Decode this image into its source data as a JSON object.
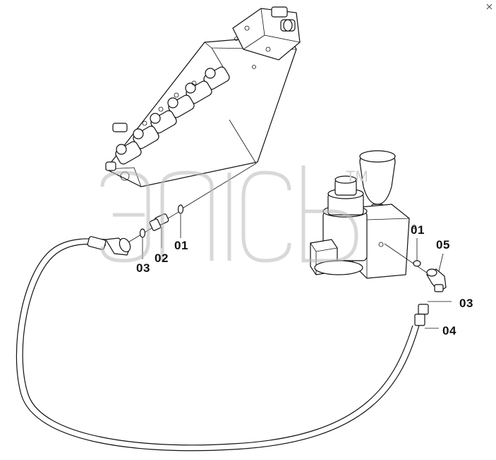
{
  "diagram": {
    "callouts": {
      "left_01": "01",
      "left_02": "02",
      "left_03": "03",
      "right_01": "01",
      "right_05": "05",
      "right_03": "03",
      "right_04": "04"
    },
    "watermark_tm": "TM",
    "watermark_text": "эпсb"
  },
  "colors": {
    "line": "#111111",
    "background": "#ffffff",
    "watermark": "#b8b8b8"
  },
  "icons": [
    "corner-mark-icon"
  ]
}
